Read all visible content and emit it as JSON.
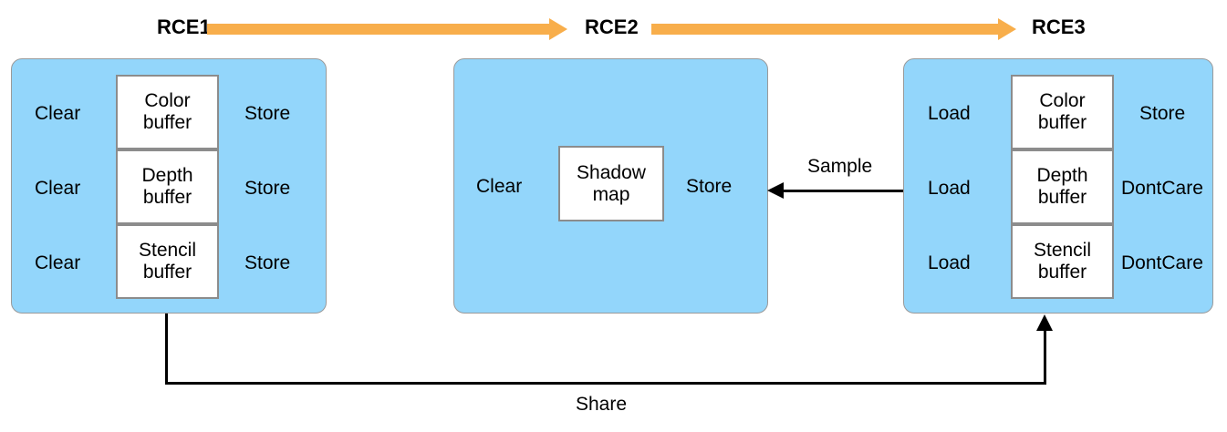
{
  "diagram": {
    "title": "Render command encoder pass diagram",
    "colors": {
      "panel_fill": "#93D6FB",
      "panel_stroke": "#9a9a9a",
      "flow_arrow": "#F8AE4B",
      "buffer_fill": "#ffffff",
      "buffer_stroke": "#8c8c8c",
      "edge": "#000000"
    },
    "phases": [
      {
        "label": "RCE1"
      },
      {
        "label": "RCE2"
      },
      {
        "label": "RCE3"
      }
    ],
    "passes": [
      {
        "id": "rce1",
        "attachments": [
          {
            "load_action": "Clear",
            "name_line1": "Color",
            "name_line2": "buffer",
            "store_action": "Store"
          },
          {
            "load_action": "Clear",
            "name_line1": "Depth",
            "name_line2": "buffer",
            "store_action": "Store"
          },
          {
            "load_action": "Clear",
            "name_line1": "Stencil",
            "name_line2": "buffer",
            "store_action": "Store"
          }
        ]
      },
      {
        "id": "rce2",
        "attachments": [
          {
            "load_action": "Clear",
            "name_line1": "Shadow",
            "name_line2": "map",
            "store_action": "Store"
          }
        ]
      },
      {
        "id": "rce3",
        "attachments": [
          {
            "load_action": "Load",
            "name_line1": "Color",
            "name_line2": "buffer",
            "store_action": "Store"
          },
          {
            "load_action": "Load",
            "name_line1": "Depth",
            "name_line2": "buffer",
            "store_action": "DontCare"
          },
          {
            "load_action": "Load",
            "name_line1": "Stencil",
            "name_line2": "buffer",
            "store_action": "DontCare"
          }
        ]
      }
    ],
    "connections": [
      {
        "id": "sample",
        "label": "Sample",
        "from": "rce3",
        "to": "rce2",
        "direction": "left"
      },
      {
        "id": "share",
        "label": "Share",
        "from": "rce1",
        "to": "rce3",
        "direction": "up"
      }
    ]
  }
}
